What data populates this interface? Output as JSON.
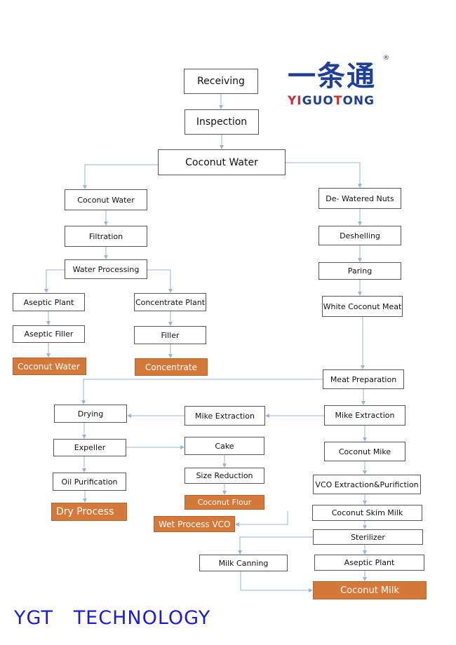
{
  "logo": {
    "chinese": "一条通",
    "english_parts": [
      "YI",
      "G",
      "UO",
      "T",
      "ONG"
    ],
    "registered": "®"
  },
  "watermark": "YGT   TECHNOLOGY",
  "colors": {
    "output_box": "#d5793a",
    "connector": "#9bb5d6",
    "watermark": "#1a1ae0",
    "logo": "#1f3f9a"
  },
  "nodes": {
    "receiving": "Receiving",
    "inspection": "Inspection",
    "coconut_water_main": "Coconut Water",
    "coconut_water": "Coconut Water",
    "filtration": "Filtration",
    "water_processing": "Water Processing",
    "aseptic_plant_left": "Aseptic Plant",
    "aseptic_filler": "Aseptic Filler",
    "out_coconut_water": "Coconut Water",
    "concentrate_plant": "Concentrate Plant",
    "filler": "Filler",
    "out_concentrate": "Concentrate",
    "dewatered_nuts": "De- Watered Nuts",
    "deshelling": "Deshelling",
    "paring": "Paring",
    "white_coconut_meat": "White Coconut Meat",
    "meat_preparation": "Meat Preparation",
    "mike_extraction_right": "Mike Extraction",
    "coconut_mike": "Coconut Mike",
    "vco_extraction": "VCO Extraction&Purifiction",
    "coconut_skim_milk": "Coconut Skim Milk",
    "sterilizer": "Sterilizer",
    "aseptic_plant_right": "Aseptic Plant",
    "out_coconut_milk": "Coconut Milk",
    "drying": "Drying",
    "expeller": "Expeller",
    "oil_purification": "Oil Purification",
    "out_dry_process": "Dry Process",
    "mike_extraction_mid": "Mike Extraction",
    "cake": "Cake",
    "size_reduction": "Size Reduction",
    "out_coconut_flour": "Coconut Flour",
    "out_wet_process_vco": "Wet Process VCO",
    "milk_canning": "Milk Canning"
  }
}
